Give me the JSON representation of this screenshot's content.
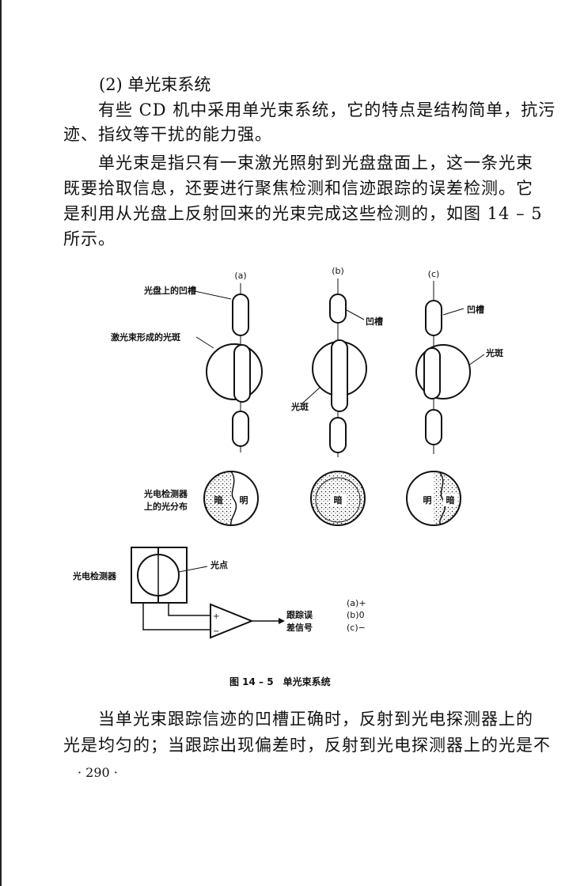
{
  "section_heading": "(2) 单光束系统",
  "paragraph1": [
    "有些 CD 机中采用单光束系统，它的特点是结构简单，抗污",
    "迹、指纹等干扰的能力强。"
  ],
  "paragraph2": [
    "单光束是指只有一束激光照射到光盘盘面上，这一条光束",
    "既要拾取信息，还要进行聚焦检测和信迹跟踪的误差检测。它",
    "是利用从光盘上反射回来的光束完成这些检测的，如图 14 – 5",
    "所示。"
  ],
  "figure": {
    "panel_labels": [
      "(a)",
      "(b)",
      "(c)"
    ],
    "label_pit_on_disc": "光盘上的凹槽",
    "label_laser_spot": "激光束形成的光斑",
    "label_pit": "凹槽",
    "label_spot": "光斑",
    "label_distribution_line1": "光电检测器",
    "label_distribution_line2": "上的光分布",
    "dark": "暗",
    "bright": "明",
    "label_photodetector": "光电检测器",
    "label_light_point": "光点",
    "label_error_line1": "跟踪误",
    "label_error_line2": "差信号",
    "plus": "+",
    "minus": "−",
    "signal_a": "(a)+",
    "signal_b": "(b)0",
    "signal_c": "(c)−",
    "caption": "图 14 – 5　单光束系统"
  },
  "paragraph3": [
    "当单光束跟踪信迹的凹槽正确时，反射到光电探测器上的",
    "光是均匀的；当跟踪出现偏差时，反射到光电探测器上的光是不"
  ],
  "page_number": "· 290 ·"
}
